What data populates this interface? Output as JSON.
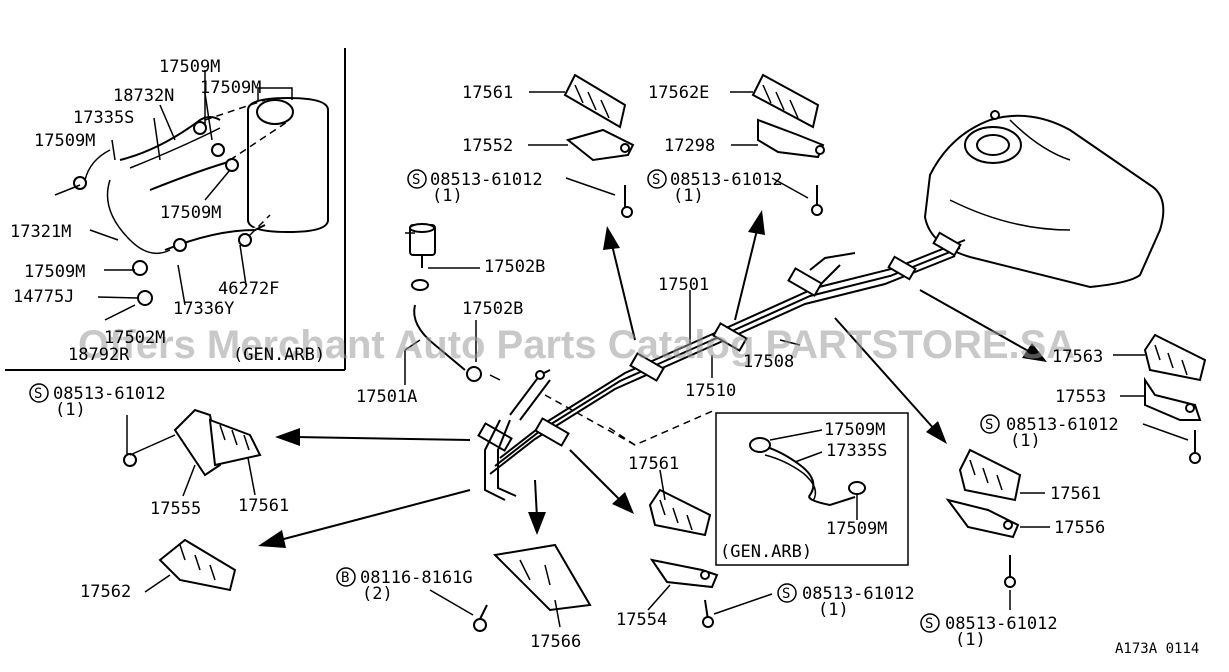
{
  "diagram": {
    "code": "A173A 0114",
    "watermark": "Offers Merchant Auto Parts Catalog PARTSTORE.SA",
    "inset_note": "(GEN.ARB)",
    "inset_note_2": "(GEN.ARB)",
    "labels": {
      "p17509M_a": "17509M",
      "p17509M_b": "17509M",
      "p18732N": "18732N",
      "p17335S": "17335S",
      "p17509M_c": "17509M",
      "p17509M_d": "17509M",
      "p17321M": "17321M",
      "p17509M_e": "17509M",
      "p46272F": "46272F",
      "p14775J": "14775J",
      "p17336Y": "17336Y",
      "p17502M": "17502M",
      "p18792R": "18792R",
      "p17561_top": "17561",
      "p17552": "17552",
      "s08513_a": "08513-61012",
      "s08513_a_qty": "(1)",
      "p17562E": "17562E",
      "p17298": "17298",
      "s08513_b": "08513-61012",
      "s08513_b_qty": "(1)",
      "p17502B_a": "17502B",
      "p17502B_b": "17502B",
      "p17501": "17501",
      "p17501A": "17501A",
      "p17508": "17508",
      "p17510": "17510",
      "s08513_c": "08513-61012",
      "s08513_c_qty": "(1)",
      "p17555": "17555",
      "p17561_left": "17561",
      "p17562": "17562",
      "b08116": "08116-8161G",
      "b08116_qty": "(2)",
      "p17566": "17566",
      "p17561_mid": "17561",
      "p17554": "17554",
      "s08513_d": "08513-61012",
      "s08513_d_qty": "(1)",
      "p17509M_f": "17509M",
      "p17335S_b": "17335S",
      "p17509M_g": "17509M",
      "p17563": "17563",
      "p17553": "17553",
      "s08513_e": "08513-61012",
      "s08513_e_qty": "(1)",
      "p17561_right": "17561",
      "p17556": "17556",
      "s08513_f": "08513-61012",
      "s08513_f_qty": "(1)"
    }
  }
}
